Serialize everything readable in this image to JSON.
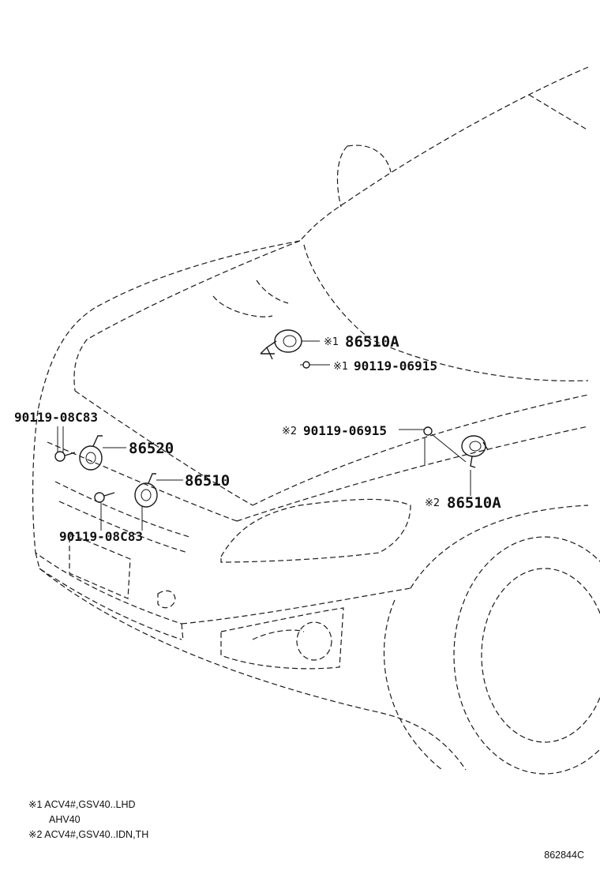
{
  "callouts": {
    "horn_a_top": {
      "mark": "※1",
      "part": "86510A"
    },
    "bolt_top": {
      "mark": "※1",
      "part": "90119-06915"
    },
    "bolt_left_upper": {
      "part": "90119-08C83"
    },
    "horn_86520": {
      "part": "86520"
    },
    "horn_86510": {
      "part": "86510"
    },
    "bolt_left_lower": {
      "part": "90119-08C83"
    },
    "bolt_right": {
      "mark": "※2",
      "part": "90119-06915"
    },
    "horn_a_right": {
      "mark": "※2",
      "part": "86510A"
    }
  },
  "notes": [
    {
      "mark": "※1",
      "line1": "ACV4#,GSV40..LHD",
      "line2": "AHV40"
    },
    {
      "mark": "※2",
      "line1": "ACV4#,GSV40..IDN,TH"
    }
  ],
  "diagram_code": "862844C"
}
